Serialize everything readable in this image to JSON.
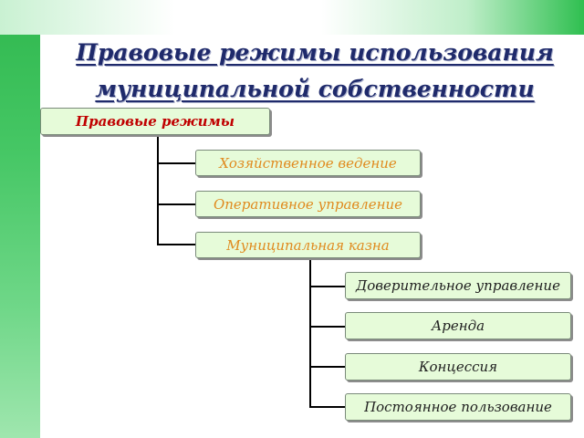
{
  "title": {
    "line1": "Правовые режимы использования",
    "line2": "муниципальной собственности"
  },
  "root": {
    "label": "Правовые режимы"
  },
  "level1": [
    {
      "label": "Хозяйственное ведение"
    },
    {
      "label": "Оперативное управление"
    },
    {
      "label": "Муниципальная казна"
    }
  ],
  "level2": [
    {
      "label": "Доверительное управление"
    },
    {
      "label": "Аренда"
    },
    {
      "label": "Концессия"
    },
    {
      "label": "Постоянное пользование"
    }
  ],
  "colors": {
    "box_fill": "#e6fbd9",
    "root_text": "#c00000",
    "level1_text": "#e08a1e",
    "level2_text": "#202020",
    "title_text": "#1f2a6b",
    "accent_green": "#2fb84e"
  }
}
